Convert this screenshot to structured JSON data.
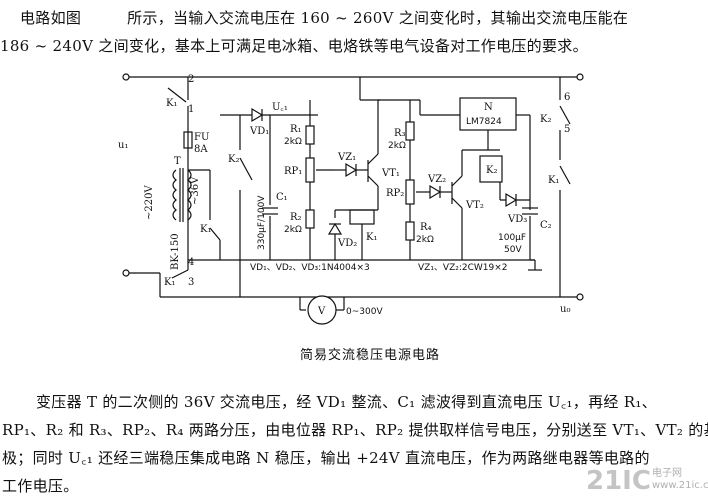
{
  "intro": {
    "line1": "电路如图　　　所示，当输入交流电压在 160 ~ 260V 之间变化时，其输出交流电压能在",
    "line2": "186 ~ 240V 之间变化，基本上可满足电冰箱、电烙铁等电气设备对工作电压的要求。"
  },
  "figure": {
    "caption": "简易交流稳压电源电路",
    "labels": {
      "u1": "u₁",
      "uo": "u₀",
      "v220": "~220V",
      "v36": "~36V",
      "T": "T",
      "bk": "BK-150",
      "fu": "FU",
      "fu_rating": "8A",
      "k1a": "K₁",
      "k1b": "K₁",
      "k1c": "K₁",
      "k1d": "K₁",
      "k2a": "K₂",
      "k2b": "K₂",
      "k2c": "K₂",
      "n1": "1",
      "n2": "2",
      "n3": "3",
      "n4": "4",
      "n5": "5",
      "n6": "6",
      "uc1": "U꜀₁",
      "vd1": "VD₁",
      "c1": "C₁",
      "c1v": "330μF/100V",
      "r1": "R₁",
      "r1v": "2kΩ",
      "rp1": "RP₁",
      "r2": "R₂",
      "r2v": "2kΩ",
      "vz1": "VZ₁",
      "vt1": "VT₁",
      "vd2": "VD₂",
      "k1coil": "K₁",
      "r3": "R₃",
      "r3v": "2kΩ",
      "rp2": "RP₂",
      "r4": "R₄",
      "r4v": "2kΩ",
      "vz2": "VZ₂",
      "vt2": "VT₂",
      "vd3": "VD₃",
      "k2coil": "K₂",
      "n": "N",
      "lm": "LM7824",
      "c2": "C₂",
      "c2v": "100μF",
      "c2vv": "50V",
      "diodes": "VD₁、VD₂、VD₃:1N4004×3",
      "zeners": "VZ₁、VZ₂:2CW19×2",
      "meter": "V",
      "meter_range": "0~300V"
    }
  },
  "body": {
    "line1": "变压器 T 的二次侧的 36V 交流电压，经 VD₁ 整流、C₁ 滤波得到直流电压 U꜀₁，再经 R₁、",
    "line2": "RP₁、R₂ 和 R₃、RP₂、R₄ 两路分压，由电位器 RP₁、RP₂ 提供取样信号电压，分别送至 VT₁、VT₂ 的基",
    "line3": "极；同时 U꜀₁ 还经三端稳压集成电路 N 稳压，输出 +24V 直流电压，作为两路继电器等电路的",
    "line4": "工作电压。"
  },
  "watermark": {
    "logo": "21IC",
    "cn": "电子网",
    "url": "www.21ic.com"
  }
}
